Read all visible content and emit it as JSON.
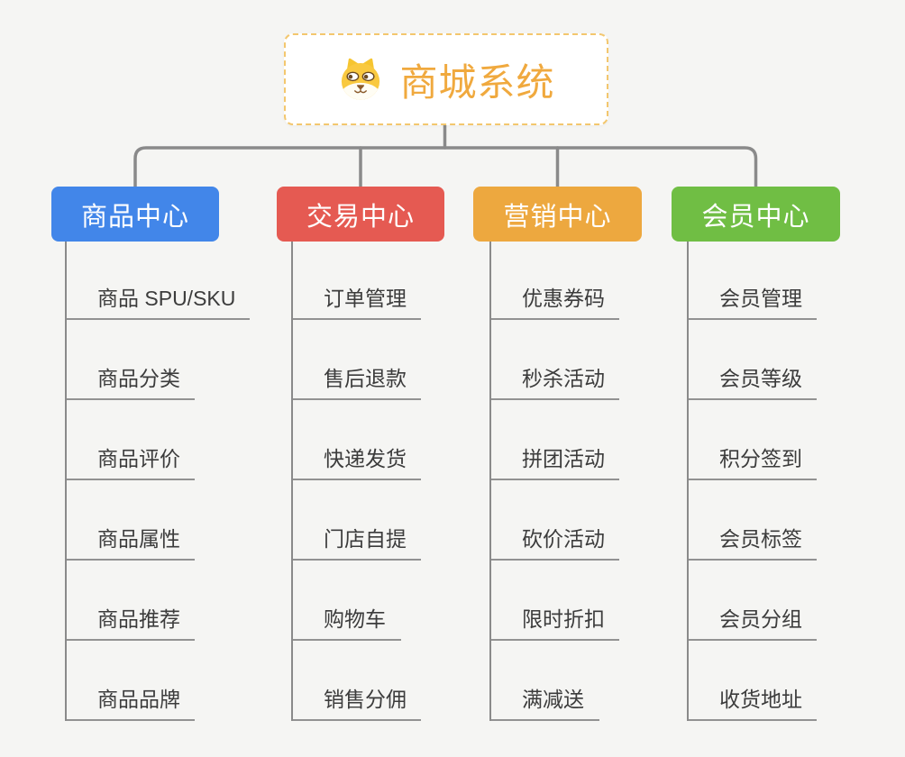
{
  "canvas": {
    "background": "#F5F5F3",
    "connector_color": "#8A8A8A"
  },
  "root": {
    "label": "商城系统",
    "icon": "dog-face-icon",
    "text_color": "#F0A93E",
    "border_color": "#F3C76E"
  },
  "branches": [
    {
      "label": "商品中心",
      "color": "#4286E9",
      "items": [
        "商品 SPU/SKU",
        "商品分类",
        "商品评价",
        "商品属性",
        "商品推荐",
        "商品品牌"
      ]
    },
    {
      "label": "交易中心",
      "color": "#E55A52",
      "items": [
        "订单管理",
        "售后退款",
        "快递发货",
        "门店自提",
        "购物车",
        "销售分佣"
      ]
    },
    {
      "label": "营销中心",
      "color": "#EDA83F",
      "items": [
        "优惠券码",
        "秒杀活动",
        "拼团活动",
        "砍价活动",
        "限时折扣",
        "满减送"
      ]
    },
    {
      "label": "会员中心",
      "color": "#70BE44",
      "items": [
        "会员管理",
        "会员等级",
        "积分签到",
        "会员标签",
        "会员分组",
        "收货地址"
      ]
    }
  ]
}
